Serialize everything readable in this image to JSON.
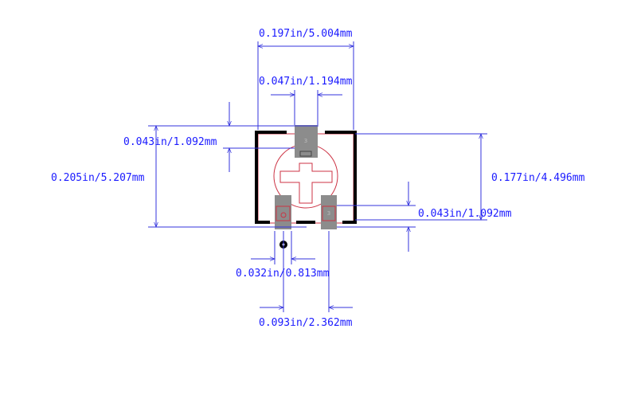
{
  "colors": {
    "dimension": "#3333dd",
    "outline": "#000000",
    "courtyard": "#cc3344",
    "pad": "#8c8c8c",
    "background": "#ffffff"
  },
  "dimensions": {
    "overall_width": "0.197in/5.004mm",
    "pad_width": "0.047in/1.194mm",
    "top_pad_length": "0.043in/1.092mm",
    "overall_height": "0.205in/5.207mm",
    "body_height": "0.177in/4.496mm",
    "bottom_pad_length": "0.043in/1.092mm",
    "bottom_pad_width": "0.032in/0.813mm",
    "pad_pitch": "0.093in/2.362mm"
  },
  "pads": {
    "top": "3",
    "bottom_right": "3"
  }
}
